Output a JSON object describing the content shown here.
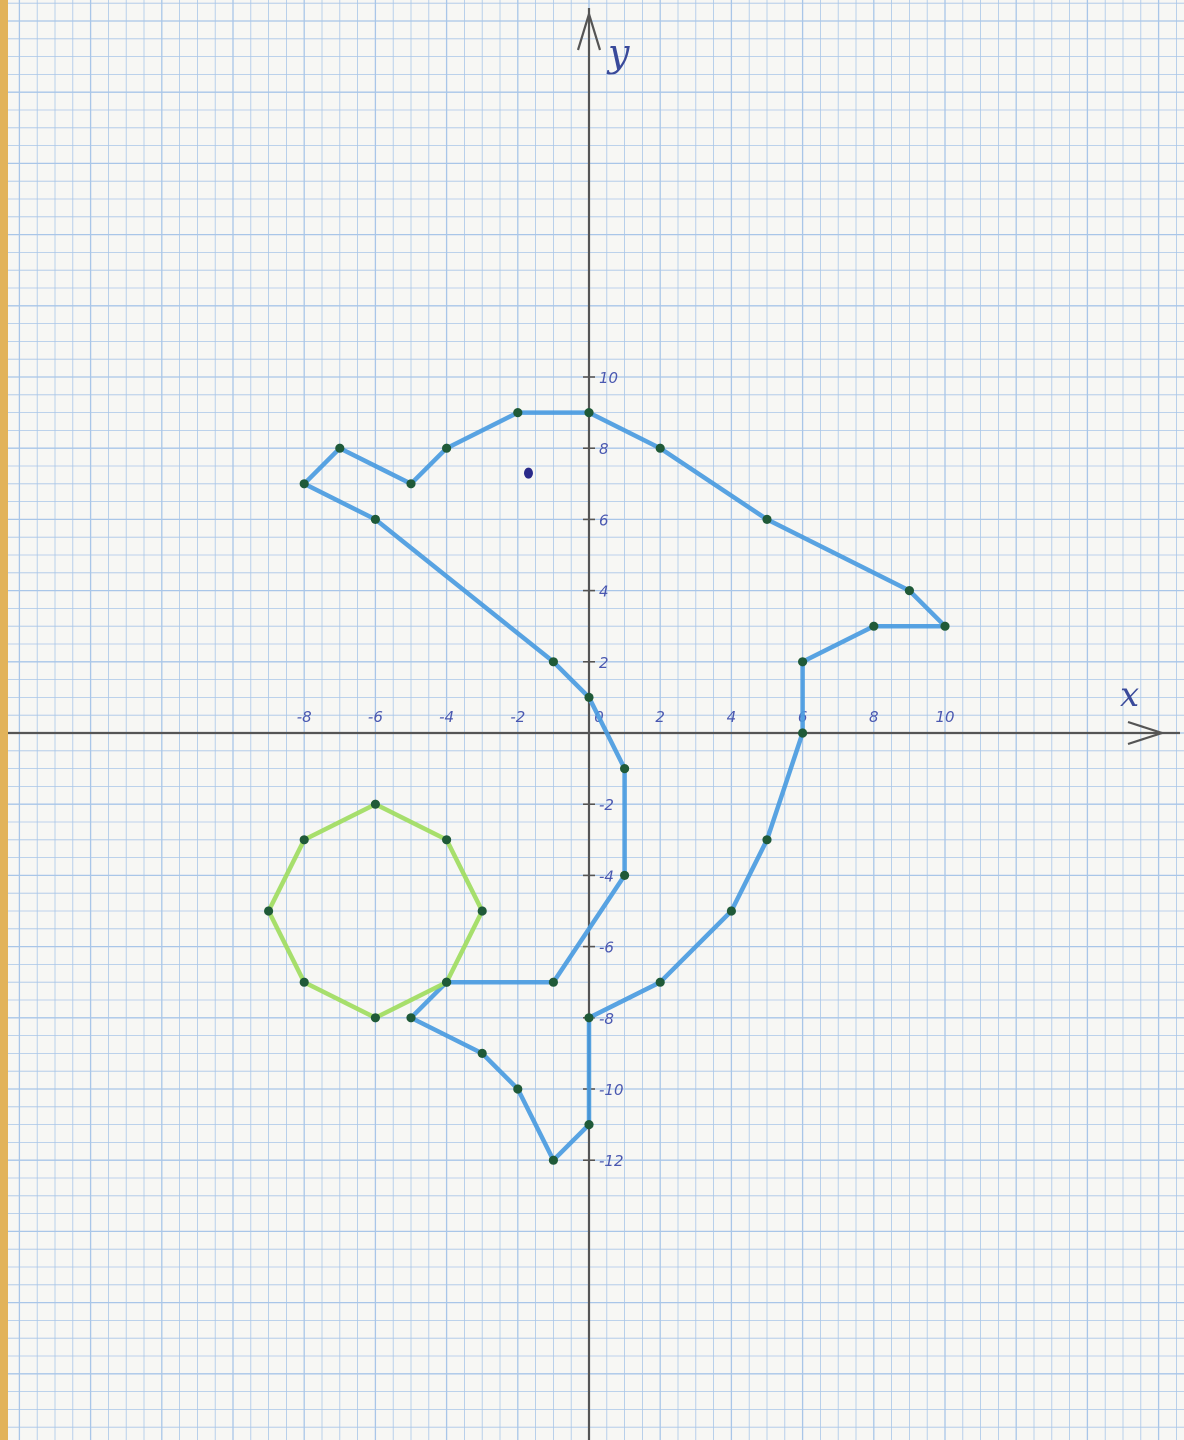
{
  "chart_data": {
    "type": "line",
    "xlabel": "x",
    "ylabel": "y",
    "xlim": [
      -16.5,
      16.5
    ],
    "ylim": [
      -20,
      20
    ],
    "grid": true,
    "x_ticks": [
      "-8",
      "-6",
      "-4",
      "-2",
      "0",
      "2",
      "4",
      "6",
      "8",
      "10"
    ],
    "y_ticks": [
      "10",
      "8",
      "6",
      "4",
      "2",
      "-2",
      "-4",
      "-6",
      "-8",
      "-10",
      "-12"
    ],
    "series": [
      {
        "color": "#4a9be0",
        "closed": true,
        "points": [
          [
            -8,
            7
          ],
          [
            -7,
            8
          ],
          [
            -5,
            7
          ],
          [
            -4,
            8
          ],
          [
            -2,
            9
          ],
          [
            0,
            9
          ],
          [
            2,
            8
          ],
          [
            5,
            6
          ],
          [
            9,
            4
          ],
          [
            10,
            3
          ],
          [
            8,
            3
          ],
          [
            6,
            2
          ],
          [
            6,
            0
          ],
          [
            5,
            -3
          ],
          [
            4,
            -5
          ],
          [
            2,
            -7
          ],
          [
            0,
            -8
          ],
          [
            0,
            -11
          ],
          [
            -1,
            -12
          ],
          [
            -2,
            -10
          ],
          [
            -3,
            -9
          ],
          [
            -5,
            -8
          ],
          [
            -4,
            -7
          ],
          [
            -1,
            -7
          ],
          [
            1,
            -4
          ],
          [
            1,
            -1
          ],
          [
            0,
            1
          ],
          [
            -1,
            2
          ],
          [
            -6,
            6
          ]
        ]
      },
      {
        "color": "#9fdc60",
        "closed": true,
        "points": [
          [
            -6,
            -2
          ],
          [
            -4,
            -3
          ],
          [
            -3,
            -5
          ],
          [
            -4,
            -7
          ],
          [
            -6,
            -8
          ],
          [
            -8,
            -7
          ],
          [
            -9,
            -5
          ],
          [
            -8,
            -3
          ]
        ]
      }
    ],
    "isolated_points": [
      [
        -1.7,
        7.3
      ]
    ],
    "colors": {
      "grid": "#a9c6e8",
      "axis": "#555555",
      "vertex": "#1f5a38",
      "isolated_point": "#2a2a8a",
      "label": "#4a58b0"
    }
  }
}
